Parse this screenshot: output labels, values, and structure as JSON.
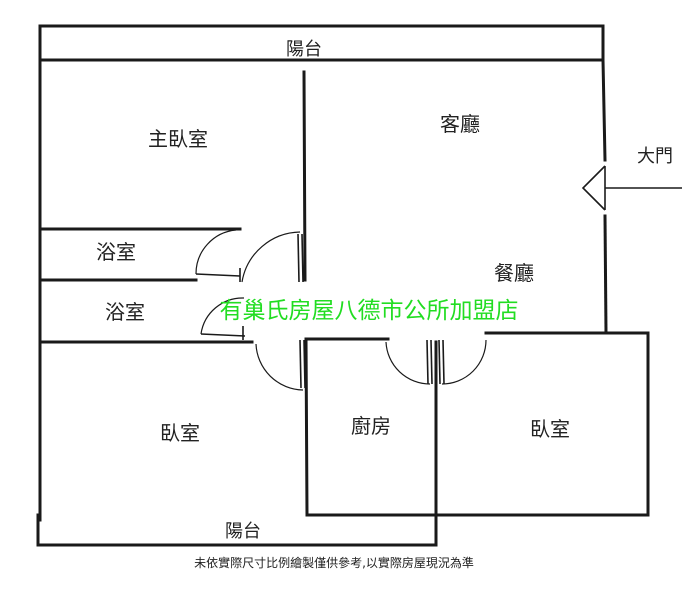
{
  "rooms": {
    "balcony_top": "陽台",
    "master_bedroom": "主臥室",
    "living_room": "客廳",
    "bathroom_1": "浴室",
    "bathroom_2": "浴室",
    "dining_room": "餐廳",
    "bedroom_left": "臥室",
    "kitchen": "廚房",
    "bedroom_right": "臥室",
    "balcony_bottom": "陽台"
  },
  "entrance": {
    "label": "大門"
  },
  "watermark": "有巢氏房屋八德市公所加盟店",
  "footnote": "未依實際尺寸比例繪製僅供參考,以實際房屋現況為準"
}
